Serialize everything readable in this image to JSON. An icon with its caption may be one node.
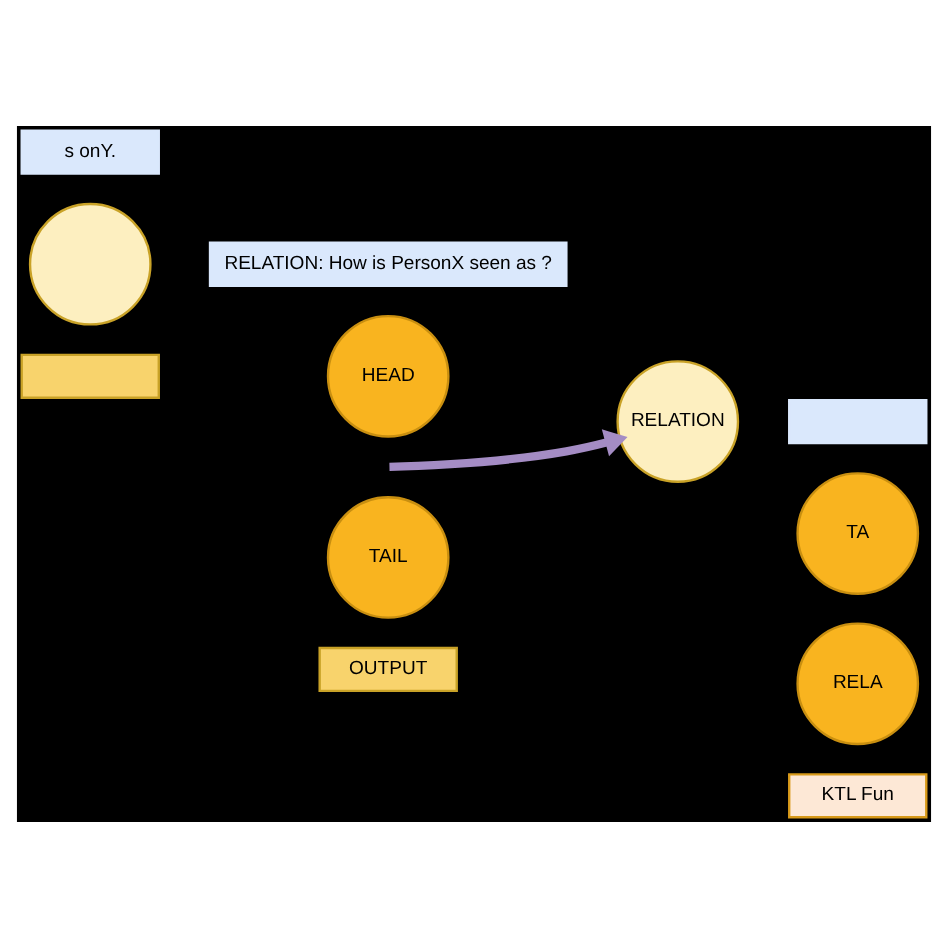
{
  "diagram": {
    "nodes": [
      {
        "text": [
          "s onY."
        ]
      },
      {
        "text": [
          "RELATION: How is PersonX seen as ?"
        ]
      },
      {
        "text": [],
        "shape": "box"
      },
      {
        "text": [],
        "shape": "circle"
      },
      {
        "text": [
          "HEAD"
        ]
      },
      {
        "text": [
          "TAIL"
        ]
      },
      {
        "text": [
          "RELATION"
        ]
      },
      {
        "text": [
          "TA"
        ]
      },
      {
        "text": [
          "RELA"
        ]
      },
      {
        "text": [],
        "shape": "box"
      },
      {
        "text": [
          "OUTPUT"
        ]
      },
      {
        "text": [
          "KTL Fun"
        ]
      }
    ],
    "edges": [
      {
        "from": null,
        "to": 6,
        "arrow": "to"
      }
    ]
  }
}
